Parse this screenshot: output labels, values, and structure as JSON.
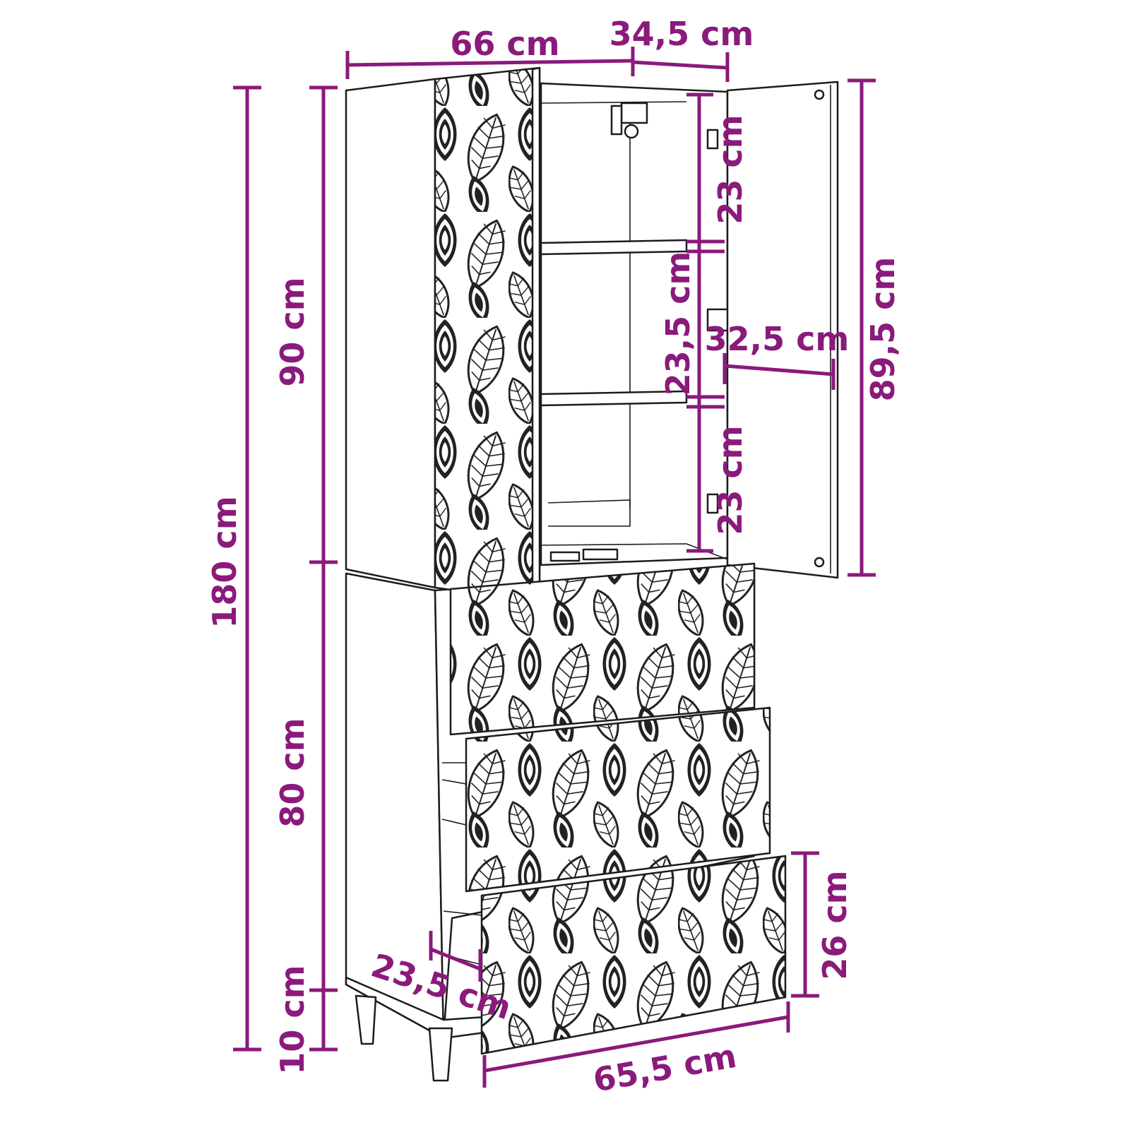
{
  "dimensions": {
    "total_width": "66 cm",
    "depth": "34,5 cm",
    "total_height": "180 cm",
    "upper_height": "90 cm",
    "lower_height": "80 cm",
    "leg_height": "10 cm",
    "door_height": "89,5 cm",
    "door_width": "32,5 cm",
    "shelf_top": "23 cm",
    "shelf_middle": "23,5 cm",
    "shelf_bottom": "23 cm",
    "drawer_height": "26 cm",
    "drawer_depth": "23,5 cm",
    "front_width": "65,5 cm"
  },
  "colors": {
    "dimension": "#8a1a7b",
    "outline": "#1c1c1c",
    "leaf_dark": "#222222",
    "background": "#ffffff"
  },
  "icons": [
    "leaf-pattern",
    "hinge-icon",
    "shelf-pin-icon"
  ]
}
